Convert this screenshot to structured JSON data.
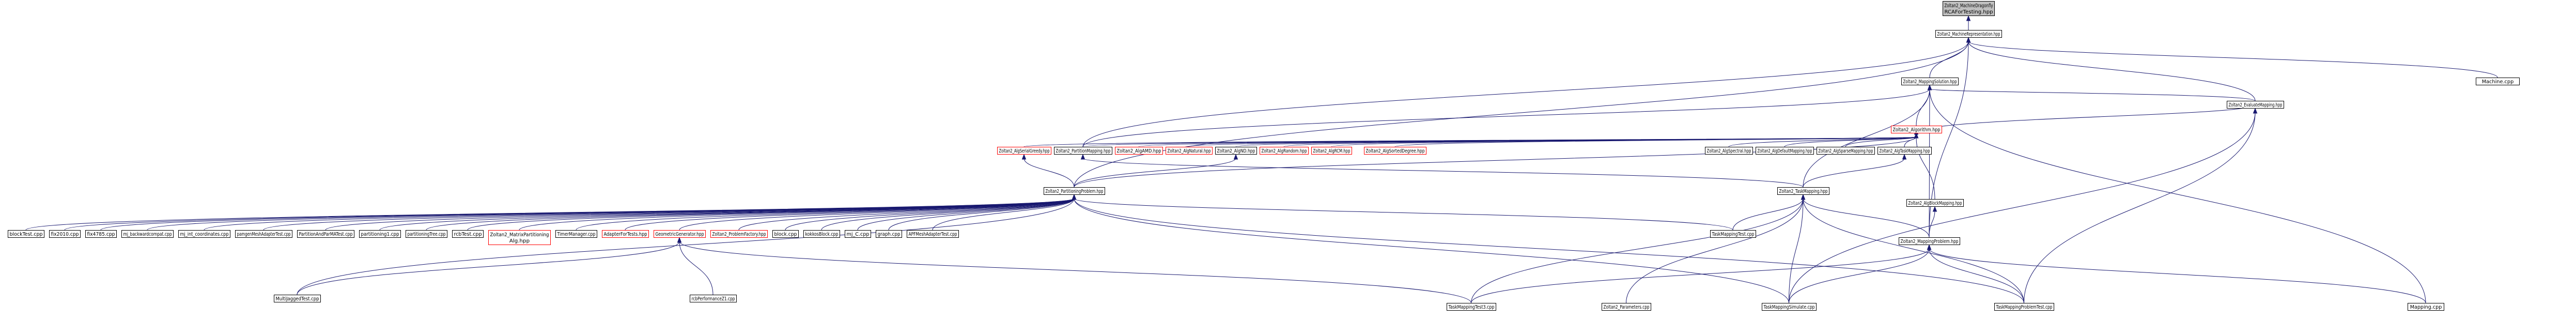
{
  "graph": {
    "colors": {
      "edge": "#191970",
      "node_border": "#000000",
      "missing_border": "#ff0000",
      "current_fill": "#bfbfbf",
      "background": "#ffffff"
    },
    "nodes": [
      {
        "id": "n_target",
        "lines": [
          "Zoltan2_MachineDragonfly",
          "RCAForTesting.hpp"
        ],
        "style": "current"
      },
      {
        "id": "n_machrep",
        "lines": [
          "Zoltan2_MachineRepresentation.hpp"
        ],
        "style": "normal"
      },
      {
        "id": "n_machine",
        "lines": [
          "Machine.cpp"
        ],
        "style": "normal"
      },
      {
        "id": "n_mapsol",
        "lines": [
          "Zoltan2_MappingSolution.hpp"
        ],
        "style": "normal"
      },
      {
        "id": "n_evalmap",
        "lines": [
          "Zoltan2_EvaluateMapping.hpp"
        ],
        "style": "normal"
      },
      {
        "id": "n_algorithm",
        "lines": [
          "Zoltan2_Algorithm.hpp"
        ],
        "style": "missing"
      },
      {
        "id": "n_serialgreedy",
        "lines": [
          "Zoltan2_AlgSerialGreedy.hpp"
        ],
        "style": "missing"
      },
      {
        "id": "n_partmapping",
        "lines": [
          "Zoltan2_PartitionMapping.hpp"
        ],
        "style": "normal"
      },
      {
        "id": "n_amd",
        "lines": [
          "Zoltan2_AlgAMD.hpp"
        ],
        "style": "missing"
      },
      {
        "id": "n_natural",
        "lines": [
          "Zoltan2_AlgNatural.hpp"
        ],
        "style": "missing"
      },
      {
        "id": "n_nd",
        "lines": [
          "Zoltan2_AlgND.hpp"
        ],
        "style": "normal"
      },
      {
        "id": "n_random",
        "lines": [
          "Zoltan2_AlgRandom.hpp"
        ],
        "style": "missing"
      },
      {
        "id": "n_rcm",
        "lines": [
          "Zoltan2_AlgRCM.hpp"
        ],
        "style": "missing"
      },
      {
        "id": "n_sorteddeg",
        "lines": [
          "Zoltan2_AlgSortedDegree.hpp"
        ],
        "style": "missing"
      },
      {
        "id": "n_spectral",
        "lines": [
          "Zoltan2_AlgSpectral.hpp"
        ],
        "style": "normal"
      },
      {
        "id": "n_defaultmap",
        "lines": [
          "Zoltan2_AlgDefaultMapping.hpp"
        ],
        "style": "normal"
      },
      {
        "id": "n_sparsemap",
        "lines": [
          "Zoltan2_AlgSparseMapping.hpp"
        ],
        "style": "normal"
      },
      {
        "id": "n_taskmapalg",
        "lines": [
          "Zoltan2_AlgTaskMapping.hpp"
        ],
        "style": "normal"
      },
      {
        "id": "n_partproblem",
        "lines": [
          "Zoltan2_PartitioningProblem.hpp"
        ],
        "style": "normal"
      },
      {
        "id": "n_taskmapping",
        "lines": [
          "Zoltan2_TaskMapping.hpp"
        ],
        "style": "normal"
      },
      {
        "id": "n_blockmap",
        "lines": [
          "Zoltan2_AlgBlockMapping.hpp"
        ],
        "style": "normal"
      },
      {
        "id": "n_blocktest",
        "lines": [
          "blockTest.cpp"
        ],
        "style": "normal"
      },
      {
        "id": "n_fix2010",
        "lines": [
          "fix2010.cpp"
        ],
        "style": "normal"
      },
      {
        "id": "n_fix4785",
        "lines": [
          "fix4785.cpp"
        ],
        "style": "normal"
      },
      {
        "id": "n_mjback",
        "lines": [
          "mj_backwardcompat.cpp"
        ],
        "style": "normal"
      },
      {
        "id": "n_mjint",
        "lines": [
          "mj_int_coordinates.cpp"
        ],
        "style": "normal"
      },
      {
        "id": "n_pamgen",
        "lines": [
          "pamgenMeshAdapterTest.cpp"
        ],
        "style": "normal"
      },
      {
        "id": "n_pnp",
        "lines": [
          "PartitionAndParMATest.cpp"
        ],
        "style": "normal"
      },
      {
        "id": "n_part1",
        "lines": [
          "partitioning1.cpp"
        ],
        "style": "normal"
      },
      {
        "id": "n_parttree",
        "lines": [
          "partitioningTree.cpp"
        ],
        "style": "normal"
      },
      {
        "id": "n_rcb",
        "lines": [
          "rcbTest.cpp"
        ],
        "style": "normal"
      },
      {
        "id": "n_matrixpart",
        "lines": [
          "Zoltan2_MatrixPartitioning",
          "Alg.hpp"
        ],
        "style": "missing"
      },
      {
        "id": "n_timer",
        "lines": [
          "TimerManager.cpp"
        ],
        "style": "normal"
      },
      {
        "id": "n_adaptertools",
        "lines": [
          "AdapterForTests.hpp"
        ],
        "style": "missing"
      },
      {
        "id": "n_geomgen",
        "lines": [
          "GeometricGenerator.hpp"
        ],
        "style": "missing"
      },
      {
        "id": "n_probfactory",
        "lines": [
          "Zoltan2_ProblemFactory.hpp"
        ],
        "style": "missing"
      },
      {
        "id": "n_block",
        "lines": [
          "block.cpp"
        ],
        "style": "normal"
      },
      {
        "id": "n_kokkosblock",
        "lines": [
          "kokkosBlock.cpp"
        ],
        "style": "normal"
      },
      {
        "id": "n_mjc",
        "lines": [
          "mj_C.cpp"
        ],
        "style": "normal"
      },
      {
        "id": "n_graph",
        "lines": [
          "graph.cpp"
        ],
        "style": "normal"
      },
      {
        "id": "n_apf",
        "lines": [
          "APFMeshAdapterTest.cpp"
        ],
        "style": "normal"
      },
      {
        "id": "n_taskmaptest",
        "lines": [
          "TaskMappingTest.cpp"
        ],
        "style": "normal"
      },
      {
        "id": "n_mapprob",
        "lines": [
          "Zoltan2_MappingProblem.hpp"
        ],
        "style": "normal"
      },
      {
        "id": "n_multijagged",
        "lines": [
          "MultiJaggedTest.cpp"
        ],
        "style": "normal"
      },
      {
        "id": "n_rcbperf",
        "lines": [
          "rcbPerformanceZ1.cpp"
        ],
        "style": "normal"
      },
      {
        "id": "n_taskmaptest3",
        "lines": [
          "TaskMappingTest3.cpp"
        ],
        "style": "normal"
      },
      {
        "id": "n_params",
        "lines": [
          "Zoltan2_Parameters.cpp"
        ],
        "style": "normal"
      },
      {
        "id": "n_taskmapsim",
        "lines": [
          "TaskMappingSimulate.cpp"
        ],
        "style": "normal"
      },
      {
        "id": "n_taskmapprobtest",
        "lines": [
          "TaskMappingProblemTest.cpp"
        ],
        "style": "normal"
      },
      {
        "id": "n_mapping",
        "lines": [
          "Mapping.cpp"
        ],
        "style": "normal"
      }
    ],
    "edges": [
      [
        "n_target",
        "n_machrep"
      ],
      [
        "n_machrep",
        "n_machine"
      ],
      [
        "n_machrep",
        "n_mapsol"
      ],
      [
        "n_machrep",
        "n_evalmap"
      ],
      [
        "n_machrep",
        "n_partproblem"
      ],
      [
        "n_machrep",
        "n_partmapping"
      ],
      [
        "n_machrep",
        "n_mapprob"
      ],
      [
        "n_mapsol",
        "n_algorithm"
      ],
      [
        "n_mapsol",
        "n_partmapping"
      ],
      [
        "n_mapsol",
        "n_evalmap"
      ],
      [
        "n_mapsol",
        "n_taskmapping"
      ],
      [
        "n_mapsol",
        "n_mapprob"
      ],
      [
        "n_mapsol",
        "n_mapping"
      ],
      [
        "n_algorithm",
        "n_serialgreedy"
      ],
      [
        "n_algorithm",
        "n_partmapping"
      ],
      [
        "n_algorithm",
        "n_amd"
      ],
      [
        "n_algorithm",
        "n_natural"
      ],
      [
        "n_algorithm",
        "n_nd"
      ],
      [
        "n_algorithm",
        "n_random"
      ],
      [
        "n_algorithm",
        "n_rcm"
      ],
      [
        "n_algorithm",
        "n_sorteddeg"
      ],
      [
        "n_algorithm",
        "n_spectral"
      ],
      [
        "n_algorithm",
        "n_defaultmap"
      ],
      [
        "n_algorithm",
        "n_sparsemap"
      ],
      [
        "n_algorithm",
        "n_taskmapalg"
      ],
      [
        "n_algorithm",
        "n_blockmap"
      ],
      [
        "n_algorithm",
        "n_partproblem"
      ],
      [
        "n_algorithm",
        "n_evalmap"
      ],
      [
        "n_serialgreedy",
        "n_partproblem"
      ],
      [
        "n_partmapping",
        "n_taskmapping"
      ],
      [
        "n_nd",
        "n_partproblem"
      ],
      [
        "n_taskmapalg",
        "n_taskmapping"
      ],
      [
        "n_partproblem",
        "n_blocktest"
      ],
      [
        "n_partproblem",
        "n_fix2010"
      ],
      [
        "n_partproblem",
        "n_fix4785"
      ],
      [
        "n_partproblem",
        "n_mjback"
      ],
      [
        "n_partproblem",
        "n_mjint"
      ],
      [
        "n_partproblem",
        "n_pamgen"
      ],
      [
        "n_partproblem",
        "n_pnp"
      ],
      [
        "n_partproblem",
        "n_part1"
      ],
      [
        "n_partproblem",
        "n_parttree"
      ],
      [
        "n_partproblem",
        "n_rcb"
      ],
      [
        "n_partproblem",
        "n_matrixpart"
      ],
      [
        "n_partproblem",
        "n_timer"
      ],
      [
        "n_partproblem",
        "n_adaptertools"
      ],
      [
        "n_partproblem",
        "n_geomgen"
      ],
      [
        "n_partproblem",
        "n_probfactory"
      ],
      [
        "n_partproblem",
        "n_block"
      ],
      [
        "n_partproblem",
        "n_kokkosblock"
      ],
      [
        "n_partproblem",
        "n_mjc"
      ],
      [
        "n_partproblem",
        "n_graph"
      ],
      [
        "n_partproblem",
        "n_apf"
      ],
      [
        "n_partproblem",
        "n_taskmaptest"
      ],
      [
        "n_partproblem",
        "n_multijagged"
      ],
      [
        "n_partproblem",
        "n_taskmapsim"
      ],
      [
        "n_partproblem",
        "n_taskmapprobtest"
      ],
      [
        "n_taskmapping",
        "n_taskmaptest"
      ],
      [
        "n_taskmapping",
        "n_mapprob"
      ],
      [
        "n_taskmapping",
        "n_taskmaptest3"
      ],
      [
        "n_taskmapping",
        "n_params"
      ],
      [
        "n_taskmapping",
        "n_taskmapsim"
      ],
      [
        "n_taskmapping",
        "n_taskmapprobtest"
      ],
      [
        "n_blockmap",
        "n_mapprob"
      ],
      [
        "n_evalmap",
        "n_taskmapsim"
      ],
      [
        "n_evalmap",
        "n_taskmapprobtest"
      ],
      [
        "n_mapprob",
        "n_taskmaptest3"
      ],
      [
        "n_mapprob",
        "n_taskmapsim"
      ],
      [
        "n_mapprob",
        "n_taskmapprobtest"
      ],
      [
        "n_mapprob",
        "n_mapping"
      ],
      [
        "n_geomgen",
        "n_multijagged"
      ],
      [
        "n_geomgen",
        "n_rcbperf"
      ],
      [
        "n_geomgen",
        "n_taskmaptest3"
      ]
    ]
  }
}
